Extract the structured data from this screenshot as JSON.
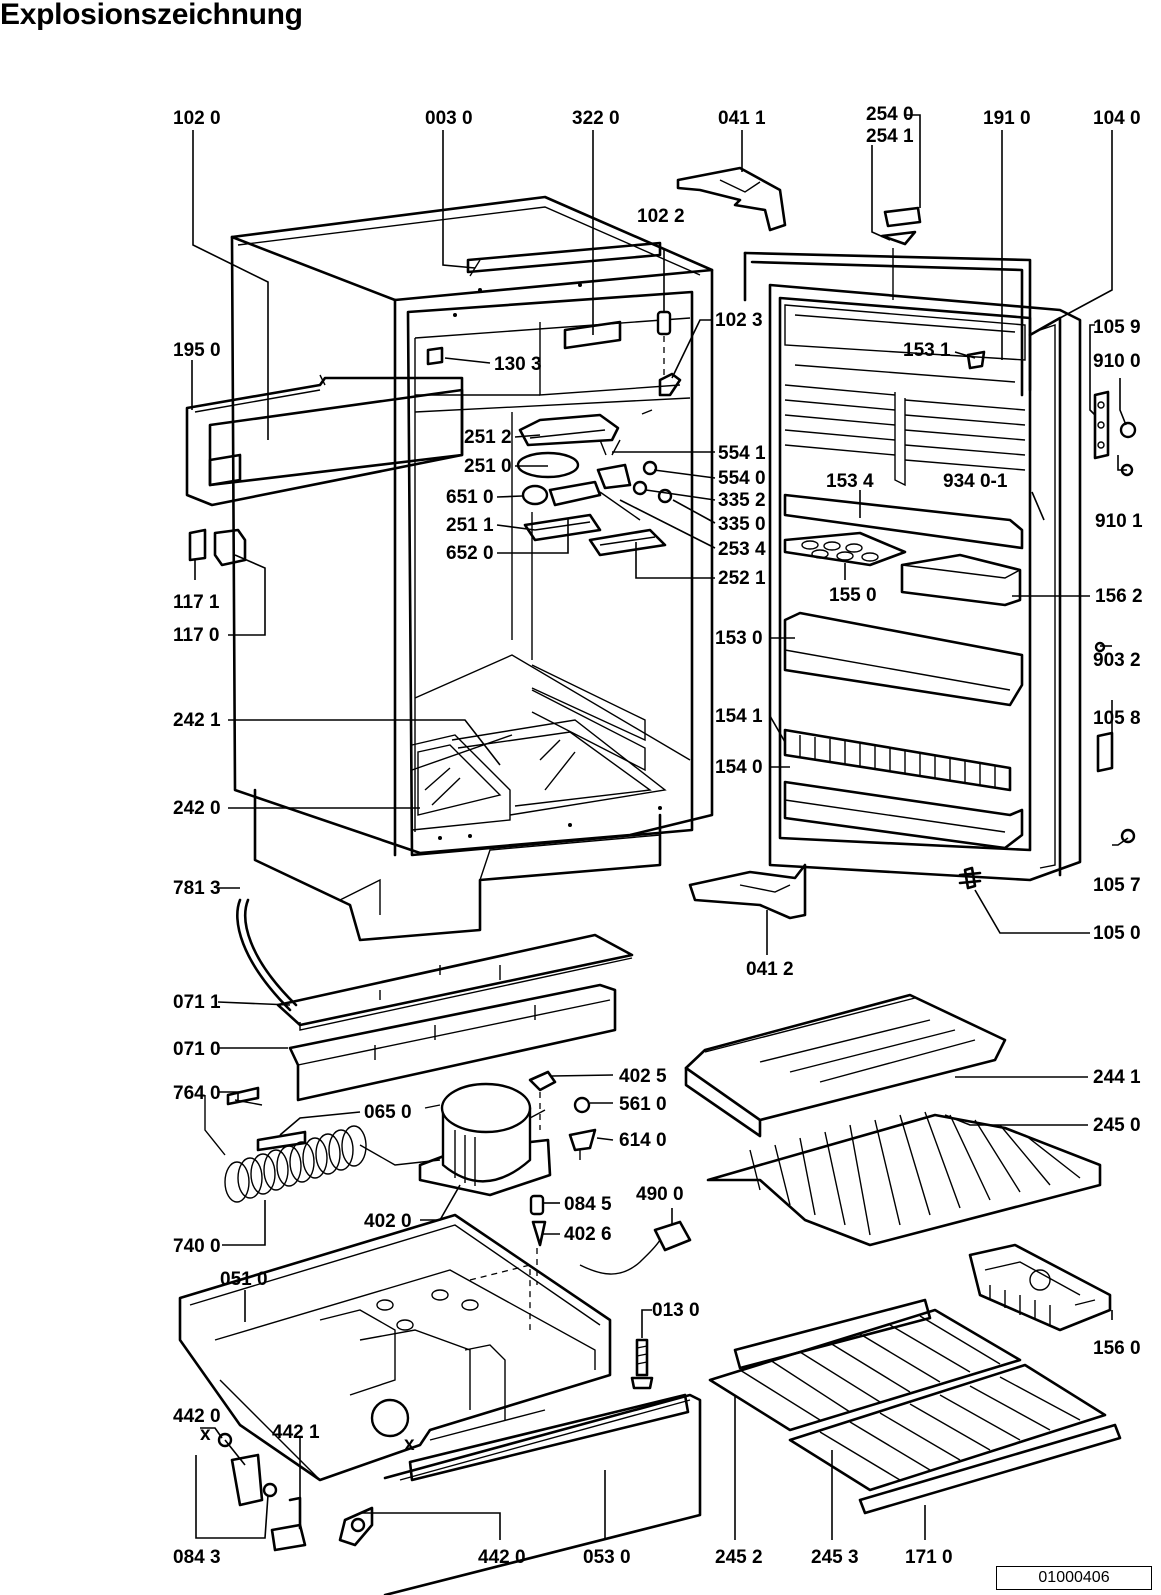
{
  "title": "Explosionszeichnung",
  "doc_number": "01000406",
  "callouts": [
    "102 0",
    "003 0",
    "322 0",
    "041 1",
    "254 0",
    "254 1",
    "191 0",
    "104 0",
    "102 2",
    "102 3",
    "195 0",
    "130 3",
    "153 1",
    "105 9",
    "910 0",
    "251 2",
    "554 1",
    "251 0",
    "554 0",
    "651 0",
    "335 2",
    "251 1",
    "335 0",
    "652 0",
    "253 4",
    "252 1",
    "153 4",
    "934 0-1",
    "910 1",
    "155 0",
    "156 2",
    "117 1",
    "117 0",
    "153 0",
    "903 2",
    "154 1",
    "105 8",
    "242 1",
    "154 0",
    "242 0",
    "105 7",
    "781 3",
    "105 0",
    "041 2",
    "071 1",
    "244 1",
    "071 0",
    "402 5",
    "764 0",
    "065 0",
    "561 0",
    "245 0",
    "614 0",
    "084 5",
    "490 0",
    "402 0",
    "402 6",
    "740 0",
    "051 0",
    "013 0",
    "156 0",
    "442 0",
    "442 1",
    "084 3",
    "442 0",
    "053 0",
    "245 2",
    "245 3",
    "171 0"
  ]
}
